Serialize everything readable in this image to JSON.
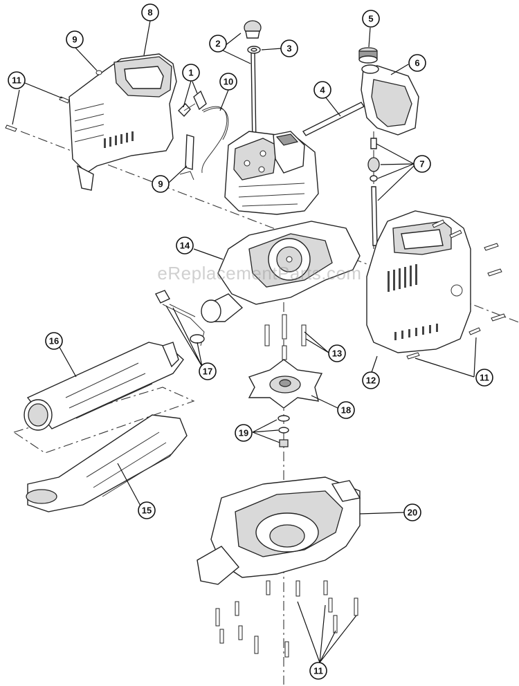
{
  "watermark": "eReplacementParts.com",
  "callouts": {
    "c1": "1",
    "c2": "2",
    "c3": "3",
    "c4": "4",
    "c5": "5",
    "c6": "6",
    "c7": "7",
    "c8": "8",
    "c9a": "9",
    "c9b": "9",
    "c10": "10",
    "c11a": "11",
    "c11b": "11",
    "c11c": "11",
    "c12": "12",
    "c13": "13",
    "c14": "14",
    "c15": "15",
    "c16": "16",
    "c17": "17",
    "c18": "18",
    "c19": "19",
    "c20": "20"
  }
}
